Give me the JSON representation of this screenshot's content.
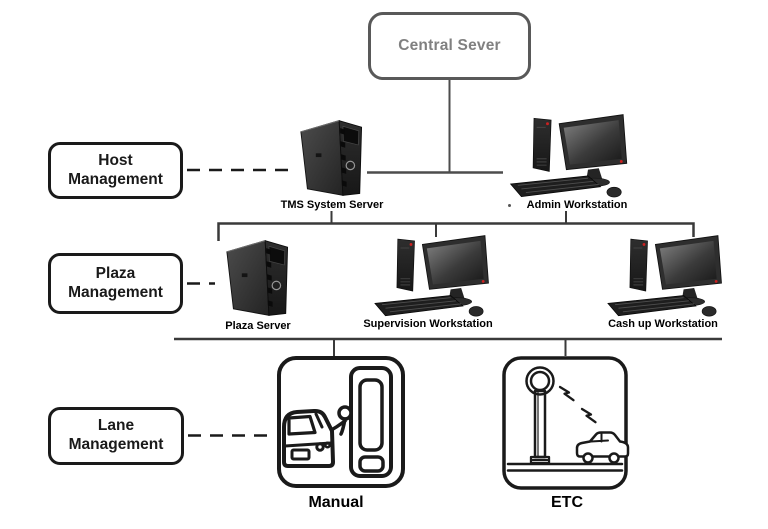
{
  "colors": {
    "background": "#ffffff",
    "central_box_border": "#595959",
    "central_box_text": "#808080",
    "level_box_border": "#1a1a1a",
    "level_box_text": "#1a1a1a",
    "solid_connector": "#3f3f3f",
    "dashed_connector": "#1a1a1a",
    "node_label_text": "#000000",
    "hardware_dark": "#2b2b2b",
    "accent_red_led": "#cc2020"
  },
  "central_server": {
    "label": "Central Sever"
  },
  "level_boxes": [
    {
      "id": "host-management",
      "line1": "Host",
      "line2": "Management"
    },
    {
      "id": "plaza-management",
      "line1": "Plaza",
      "line2": "Management"
    },
    {
      "id": "lane-management",
      "line1": "Lane",
      "line2": "Management"
    }
  ],
  "host_row": {
    "tms_server": {
      "label": "TMS System Server",
      "icon": "tower-server-icon"
    },
    "admin_workstation": {
      "label": "Admin Workstation",
      "icon": "desktop-workstation-icon"
    }
  },
  "plaza_row": {
    "plaza_server": {
      "label": "Plaza Server",
      "icon": "tower-server-icon"
    },
    "supervision_workstation": {
      "label": "Supervision Workstation",
      "icon": "desktop-workstation-icon"
    },
    "cashup_workstation": {
      "label": "Cash up Workstation",
      "icon": "desktop-workstation-icon"
    }
  },
  "lane_row": {
    "manual_lane": {
      "label": "Manual",
      "icon": "manual-toll-booth-icon"
    },
    "etc_lane": {
      "label": "ETC",
      "icon": "etc-gantry-icon"
    }
  }
}
